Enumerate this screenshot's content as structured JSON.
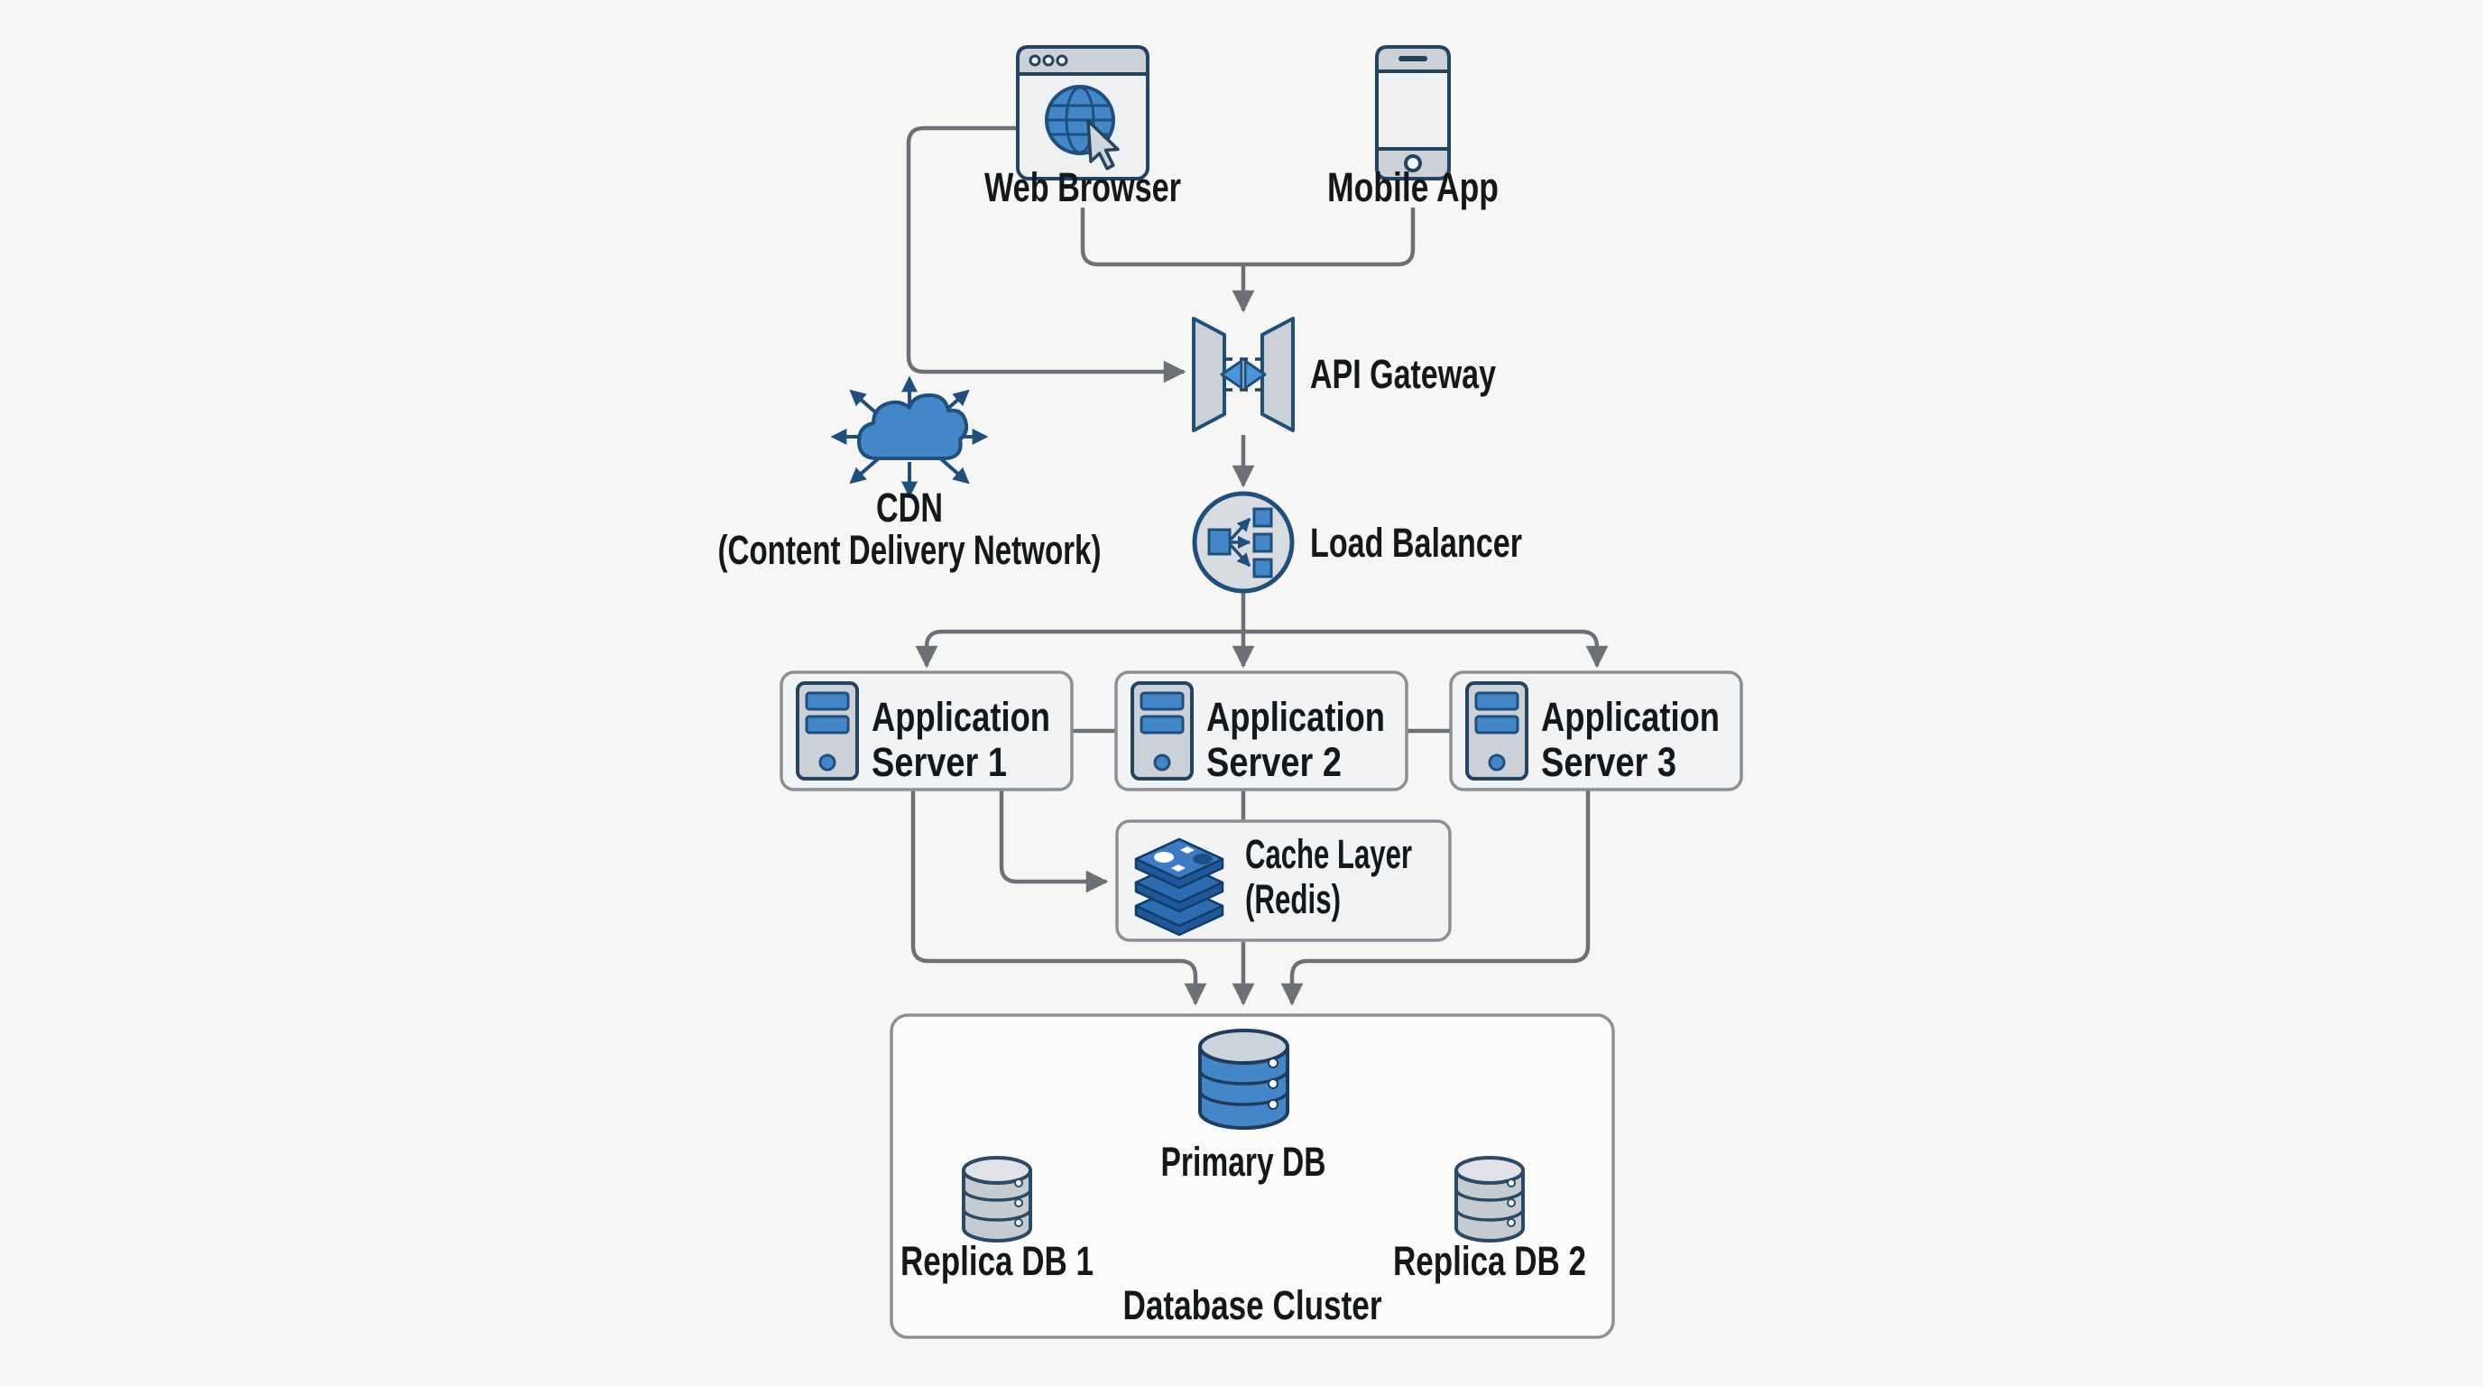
{
  "diagram": {
    "nodes": {
      "web_browser": {
        "label": "Web Browser",
        "icon": "browser-window-globe-cursor-icon"
      },
      "mobile_app": {
        "label": "Mobile App",
        "icon": "smartphone-icon"
      },
      "api_gateway": {
        "label": "API Gateway",
        "icon": "gateway-brackets-icon"
      },
      "cdn": {
        "label": "CDN",
        "sublabel": "(Content Delivery Network)",
        "icon": "cloud-radiating-arrows-icon"
      },
      "load_balancer": {
        "label": "Load Balancer",
        "icon": "load-distributor-circle-icon"
      },
      "app_server_1": {
        "line1": "Application",
        "line2": "Server 1",
        "icon": "server-tower-icon"
      },
      "app_server_2": {
        "line1": "Application",
        "line2": "Server 2",
        "icon": "server-tower-icon"
      },
      "app_server_3": {
        "line1": "Application",
        "line2": "Server 3",
        "icon": "server-tower-icon"
      },
      "cache_layer": {
        "line1": "Cache Layer",
        "line2": "(Redis)",
        "icon": "redis-stack-icon"
      },
      "primary_db": {
        "label": "Primary DB",
        "icon": "database-cylinder-blue-icon"
      },
      "replica_db_1": {
        "label": "Replica DB 1",
        "icon": "database-cylinder-gray-icon"
      },
      "replica_db_2": {
        "label": "Replica DB 2",
        "icon": "database-cylinder-gray-icon"
      },
      "database_cluster": {
        "label": "Database Cluster"
      }
    },
    "edges": [
      {
        "from": "web_browser",
        "to": "api_gateway"
      },
      {
        "from": "web_browser",
        "to": "api_gateway",
        "via": "merge-with-mobile"
      },
      {
        "from": "mobile_app",
        "to": "api_gateway",
        "via": "merge-with-web"
      },
      {
        "from": "api_gateway",
        "to": "load_balancer"
      },
      {
        "from": "load_balancer",
        "to": "app_server_1"
      },
      {
        "from": "load_balancer",
        "to": "app_server_2"
      },
      {
        "from": "load_balancer",
        "to": "app_server_3"
      },
      {
        "from": "app_server_1",
        "to": "app_server_2",
        "style": "plain"
      },
      {
        "from": "app_server_2",
        "to": "app_server_3",
        "style": "plain"
      },
      {
        "from": "app_server_1",
        "to": "cache_layer"
      },
      {
        "from": "app_server_2",
        "to": "cache_layer",
        "style": "plain"
      },
      {
        "from": "cache_layer",
        "to": "database_cluster"
      },
      {
        "from": "app_server_1",
        "to": "database_cluster"
      },
      {
        "from": "app_server_3",
        "to": "database_cluster"
      },
      {
        "from": "primary_db",
        "to": "replica_db_1",
        "bidirectional": true
      },
      {
        "from": "primary_db",
        "to": "replica_db_2",
        "bidirectional": true
      }
    ],
    "colors": {
      "background": "#f6f7f4",
      "edge": "#6b7177",
      "text": "#15181b",
      "accent_blue": "#4487c9",
      "navy": "#1e4f7d",
      "icon_gray": "#ccd1d7",
      "box_fill": "#f1f3f4",
      "box_stroke": "#8a9096",
      "lb_fill": "#d8dce0",
      "cluster_fill": "#fbfcfa",
      "redis_blue": "#2e6cb2",
      "redis_blue_dark": "#1f579b"
    }
  }
}
